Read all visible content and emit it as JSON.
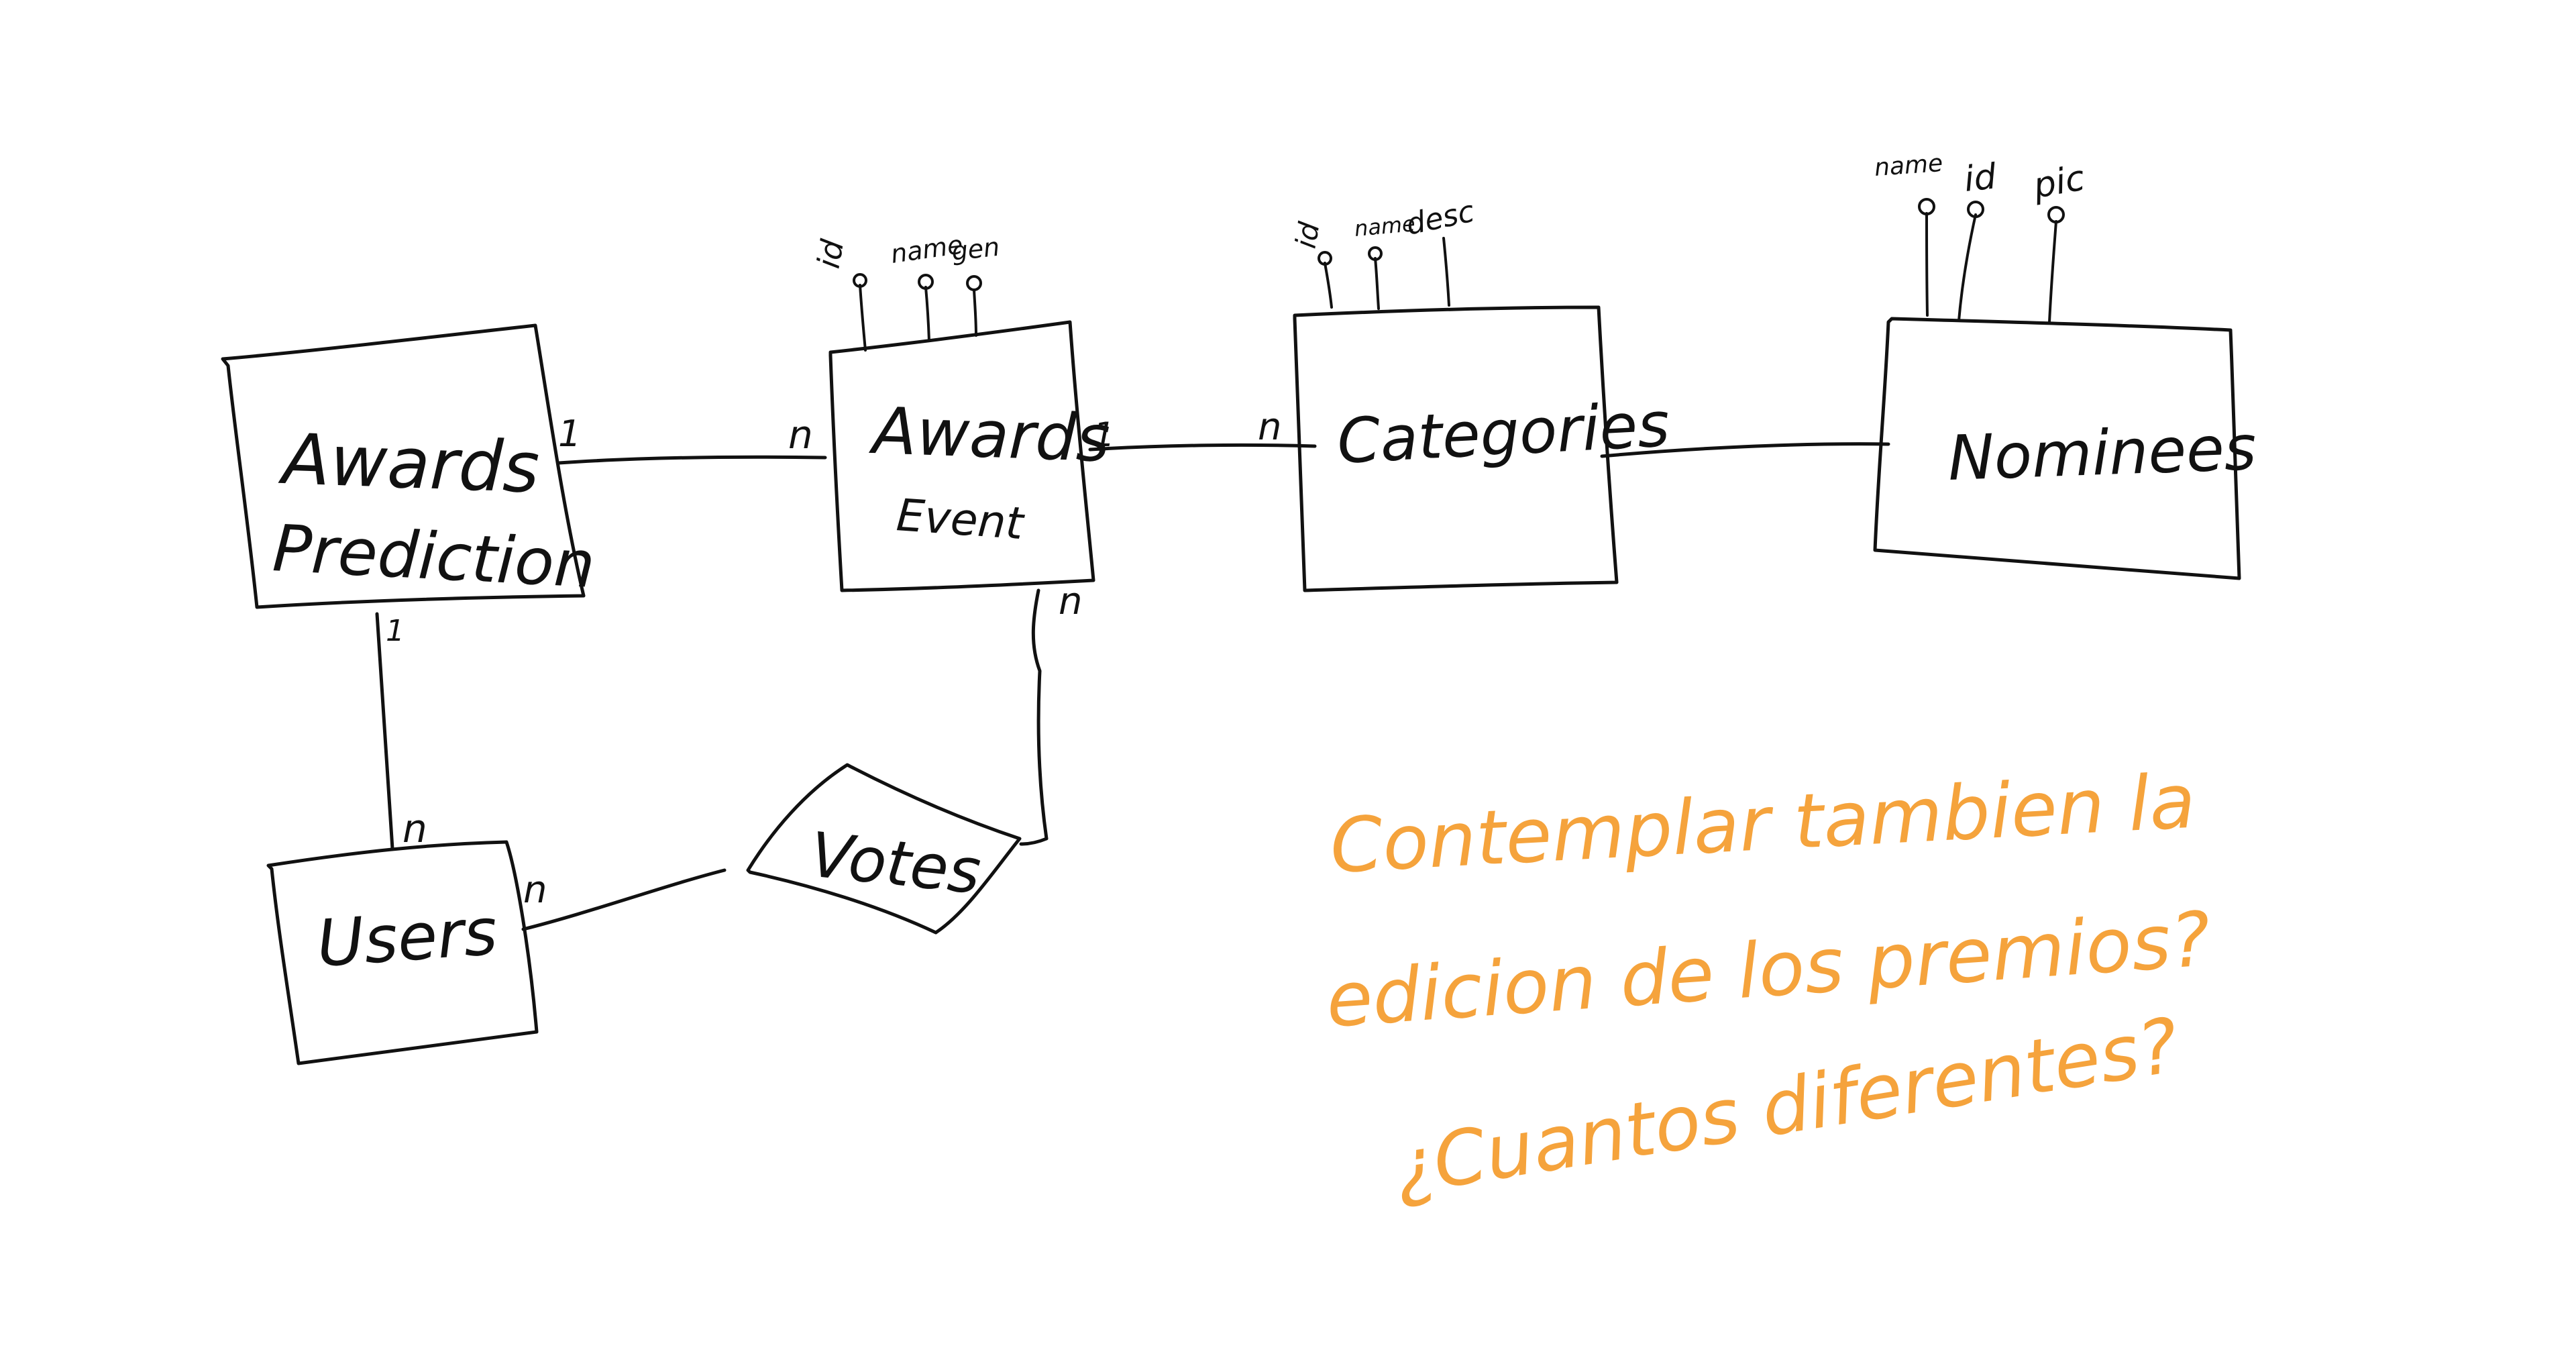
{
  "colors": {
    "ink": "#111111",
    "note": "#F5A33C",
    "background": "#ffffff"
  },
  "entities": {
    "awards_prediction": {
      "line1": "Awards",
      "line2": "Prediction"
    },
    "awards_event": {
      "line1": "Awards",
      "line2": "Event"
    },
    "categories": {
      "label": "Categories"
    },
    "nominees": {
      "label": "Nominees"
    },
    "users": {
      "label": "Users"
    }
  },
  "relationships": {
    "votes": {
      "label": "Votes"
    }
  },
  "attributes": {
    "awards_event": [
      "id",
      "name",
      "gen"
    ],
    "categories": [
      "id",
      "name",
      "desc"
    ],
    "nominees": [
      "name",
      "id",
      "pic"
    ]
  },
  "cardinalities": {
    "prediction_event_left": "1",
    "prediction_event_right": "n",
    "event_categories_left": "1",
    "event_categories_right": "n",
    "prediction_users_top": "1",
    "prediction_users_bottom": "n",
    "users_votes": "n",
    "event_votes": "n"
  },
  "note": {
    "line1": "Contemplar tambien la",
    "line2": "edicion de los premios?",
    "line3": "¿Cuantos diferentes?"
  }
}
